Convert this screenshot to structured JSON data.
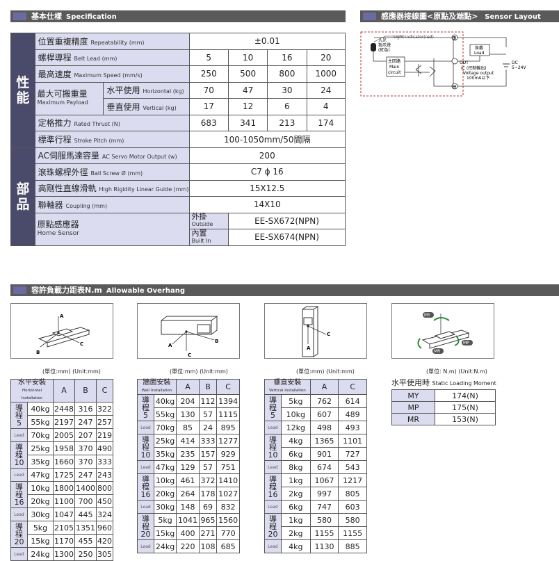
{
  "sections": {
    "spec_title": "基本仕樣",
    "spec_title_en": "Specification",
    "sensor_title": "感應器接線圖<原點及端點>",
    "sensor_title_en": "Sensor Layout",
    "overhang_title": "容許負載力距表N.m",
    "overhang_title_en": "Allowable Overhang"
  },
  "spec": {
    "group_perf": "性能",
    "group_parts": "部品",
    "repeat_label": "位置重複精度",
    "repeat_en": "Repeatability (mm)",
    "repeat_val": "±0.01",
    "lead_label": "螺桿導程",
    "lead_en": "Belt Lead (mm)",
    "lead_vals": [
      "5",
      "10",
      "16",
      "20"
    ],
    "speed_label": "最高速度",
    "speed_en": "Maximum Speed (mm/s)",
    "speed_vals": [
      "250",
      "500",
      "800",
      "1000"
    ],
    "payload_label": "最大可搬重量",
    "payload_en": "Maximum Payload",
    "horiz_label": "水平使用",
    "horiz_en": "Horizontal (kg)",
    "horiz_vals": [
      "70",
      "47",
      "30",
      "24"
    ],
    "vert_label": "垂直使用",
    "vert_en": "Vertical (kg)",
    "vert_vals": [
      "17",
      "12",
      "6",
      "4"
    ],
    "thrust_label": "定格推力",
    "thrust_en": "Rated Thrust (N)",
    "thrust_vals": [
      "683",
      "341",
      "213",
      "174"
    ],
    "stroke_label": "標準行程",
    "stroke_en": "Stroke Pitch (mm)",
    "stroke_val": "100-1050mm/50間隔",
    "motor_label": "AC伺服馬達容量",
    "motor_en": "AC Servo Motor Output (w)",
    "motor_val": "200",
    "screw_label": "滾珠螺桿外徑",
    "screw_en": "Ball Screw Ø (mm)",
    "screw_val": "C7 ϕ 16",
    "guide_label": "高剛性直線滑軌",
    "guide_en": "High Rigidity Linear Guide (mm)",
    "guide_val": "15X12.5",
    "coupling_label": "聯軸器",
    "coupling_en": "Coupling (mm)",
    "coupling_val": "14X10",
    "sensor_label": "原點感應器",
    "sensor_en": "Home Sensor",
    "outside_label": "外掛",
    "outside_en": "Outside",
    "outside_val": "EE-SX672(NPN)",
    "inside_label": "內置",
    "inside_en": "Built In",
    "inside_val": "EE-SX674(NPN)"
  },
  "wiring": {
    "light": "Light indicator(red)",
    "light_cn1": "入光",
    "light_cn2": "指示燈",
    "light_cn3": "(紅色)",
    "main1": "主回路",
    "main2": "Main",
    "main3": "circuit",
    "load_cn": "負載",
    "load_en": "Load",
    "out": "OUT",
    "ic": "IC (控制輸出)",
    "vout": "Voltage output",
    "ma": "100mA以下",
    "dc": "DC",
    "volt": "5~24V",
    "plus": "⊕",
    "minus": "⊖"
  },
  "unit_mm": "(單位:mm) (Unit:mm)",
  "unit_nm": "(單位: N.m) (Unit:N.m)",
  "lead_side": "導程",
  "lead_word": "Lead",
  "horizontal": {
    "h1": "水平安裝",
    "h2": "Horizontal Installation",
    "cols": [
      "A",
      "B",
      "C"
    ],
    "groups": [
      {
        "lead": "5",
        "rows": [
          [
            "40kg",
            "2448",
            "316",
            "322"
          ],
          [
            "55kg",
            "2197",
            "247",
            "257"
          ],
          [
            "70kg",
            "2005",
            "207",
            "219"
          ]
        ]
      },
      {
        "lead": "10",
        "rows": [
          [
            "25kg",
            "1958",
            "370",
            "490"
          ],
          [
            "35kg",
            "1660",
            "370",
            "333"
          ],
          [
            "47kg",
            "1725",
            "247",
            "243"
          ]
        ]
      },
      {
        "lead": "16",
        "rows": [
          [
            "10kg",
            "1800",
            "1400",
            "800"
          ],
          [
            "20kg",
            "1100",
            "700",
            "450"
          ],
          [
            "30kg",
            "1047",
            "445",
            "324"
          ]
        ]
      },
      {
        "lead": "20",
        "rows": [
          [
            "5kg",
            "2105",
            "1351",
            "960"
          ],
          [
            "15kg",
            "1170",
            "455",
            "420"
          ],
          [
            "24kg",
            "1300",
            "250",
            "305"
          ]
        ]
      }
    ]
  },
  "wall": {
    "h1": "牆面安裝",
    "h2": "Wall Installation",
    "cols": [
      "A",
      "B",
      "C"
    ],
    "groups": [
      {
        "lead": "5",
        "rows": [
          [
            "40kg",
            "204",
            "112",
            "1394"
          ],
          [
            "55kg",
            "130",
            "57",
            "1115"
          ],
          [
            "70kg",
            "85",
            "24",
            "895"
          ]
        ]
      },
      {
        "lead": "10",
        "rows": [
          [
            "25kg",
            "414",
            "333",
            "1277"
          ],
          [
            "35kg",
            "235",
            "157",
            "929"
          ],
          [
            "47kg",
            "129",
            "57",
            "751"
          ]
        ]
      },
      {
        "lead": "16",
        "rows": [
          [
            "10kg",
            "461",
            "372",
            "1410"
          ],
          [
            "20kg",
            "264",
            "178",
            "1027"
          ],
          [
            "30kg",
            "148",
            "69",
            "832"
          ]
        ]
      },
      {
        "lead": "20",
        "rows": [
          [
            "5kg",
            "1041",
            "965",
            "1560"
          ],
          [
            "15kg",
            "400",
            "271",
            "770"
          ],
          [
            "24kg",
            "220",
            "108",
            "685"
          ]
        ]
      }
    ]
  },
  "vertical": {
    "h1": "垂直安裝",
    "h2": "Vertical Installation",
    "cols": [
      "A",
      "C"
    ],
    "groups": [
      {
        "lead": "5",
        "rows": [
          [
            "5kg",
            "762",
            "614"
          ],
          [
            "10kg",
            "607",
            "489"
          ],
          [
            "12kg",
            "498",
            "493"
          ]
        ]
      },
      {
        "lead": "10",
        "rows": [
          [
            "4kg",
            "1365",
            "1101"
          ],
          [
            "6kg",
            "901",
            "727"
          ],
          [
            "8kg",
            "674",
            "543"
          ]
        ]
      },
      {
        "lead": "16",
        "rows": [
          [
            "1kg",
            "1067",
            "1217"
          ],
          [
            "2kg",
            "997",
            "805"
          ],
          [
            "6kg",
            "747",
            "603"
          ]
        ]
      },
      {
        "lead": "20",
        "rows": [
          [
            "1kg",
            "580",
            "580"
          ],
          [
            "2kg",
            "1155",
            "1155"
          ],
          [
            "4kg",
            "1130",
            "885"
          ]
        ]
      }
    ]
  },
  "static": {
    "title": "水平使用時",
    "title_en": "Static Loading Moment",
    "rows": [
      [
        "MY",
        "174(N)"
      ],
      [
        "MP",
        "175(N)"
      ],
      [
        "MR",
        "153(N)"
      ]
    ]
  },
  "diagram_labels": {
    "a": "A",
    "b": "B",
    "c": "C",
    "my": "MY",
    "mp": "MP",
    "mr": "MR"
  }
}
